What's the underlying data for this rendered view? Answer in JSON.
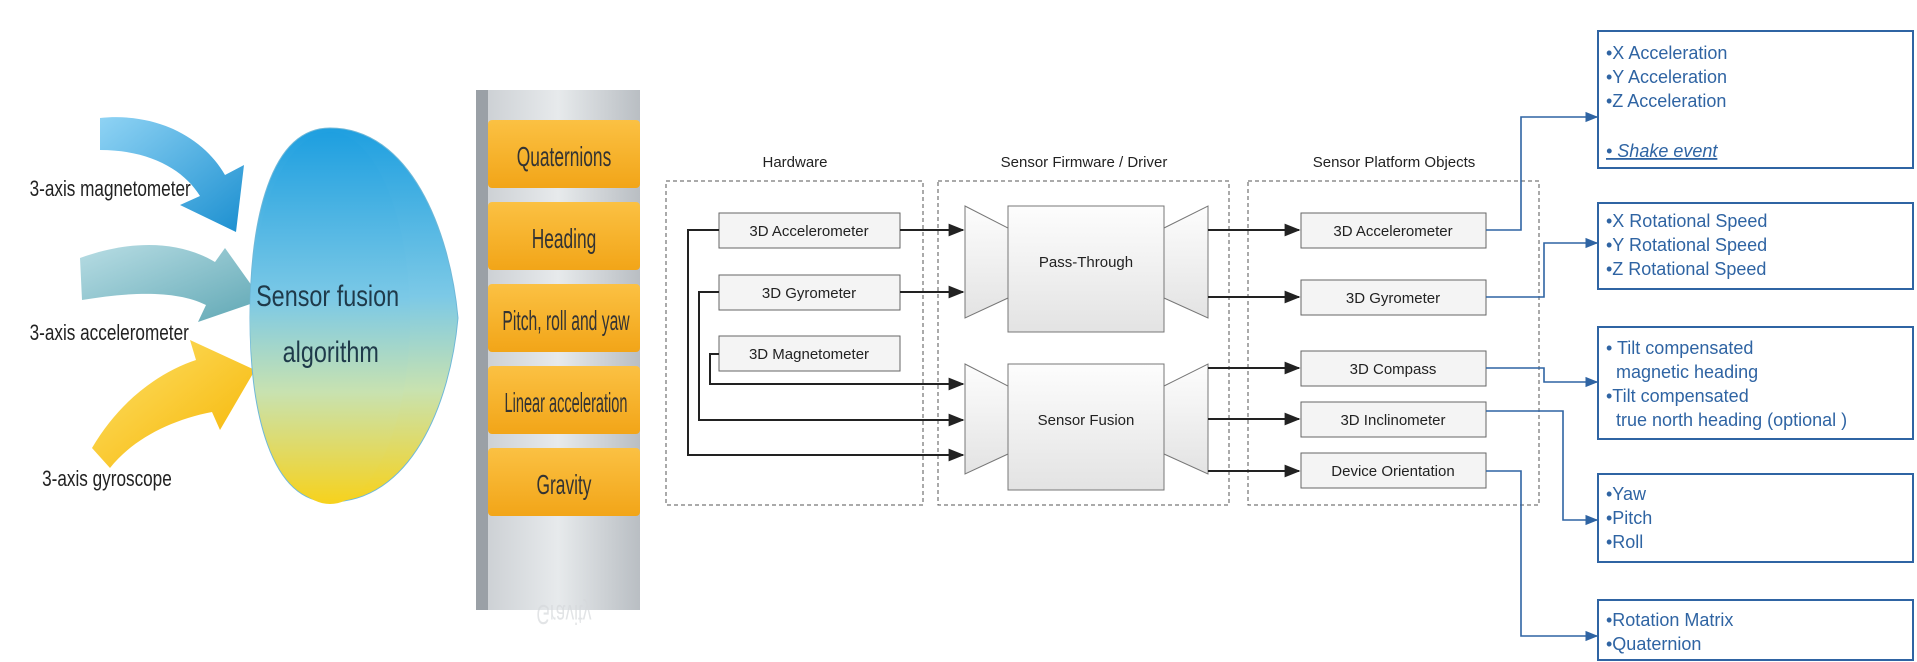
{
  "left_panel": {
    "inputs": [
      "3-axis magnetometer",
      "3-axis accelerometer",
      "3-axis gyroscope"
    ],
    "algorithm_lines": [
      "Sensor fusion",
      "algorithm"
    ],
    "outputs": [
      "Quaternions",
      "Heading",
      "Pitch, roll and yaw",
      "Linear acceleration",
      "Gravity"
    ],
    "faded_output": "Gravity",
    "colors": {
      "output_tab": "#f6b12b",
      "sphere_top": "#29a9e6",
      "sphere_bottom": "#f6d23a"
    }
  },
  "groups": {
    "hardware": "Hardware",
    "firmware": "Sensor Firmware / Driver",
    "platform": "Sensor Platform Objects"
  },
  "hardware_items": [
    "3D Accelerometer",
    "3D Gyrometer",
    "3D Magnetometer"
  ],
  "firmware_items": [
    "Pass-Through",
    "Sensor Fusion"
  ],
  "platform_items": [
    "3D Accelerometer",
    "3D Gyrometer",
    "3D Compass",
    "3D Inclinometer",
    "Device Orientation"
  ],
  "output_boxes": [
    {
      "lines": [
        "•X Acceleration",
        "•Y Acceleration",
        "•Z Acceleration",
        "",
        "• Shake event"
      ],
      "underline_last": true
    },
    {
      "lines": [
        "•X Rotational Speed",
        "•Y Rotational Speed",
        "•Z Rotational Speed"
      ]
    },
    {
      "lines": [
        "• Tilt compensated",
        "  magnetic heading",
        "•Tilt compensated",
        "  true north heading (optional )"
      ]
    },
    {
      "lines": [
        "•Yaw",
        "•Pitch",
        "•Roll"
      ]
    },
    {
      "lines": [
        "•Rotation Matrix",
        "•Quaternion"
      ]
    }
  ],
  "colors": {
    "output_border": "#2f64a3",
    "output_text": "#2f64a3",
    "connector": "#2f64a3"
  }
}
